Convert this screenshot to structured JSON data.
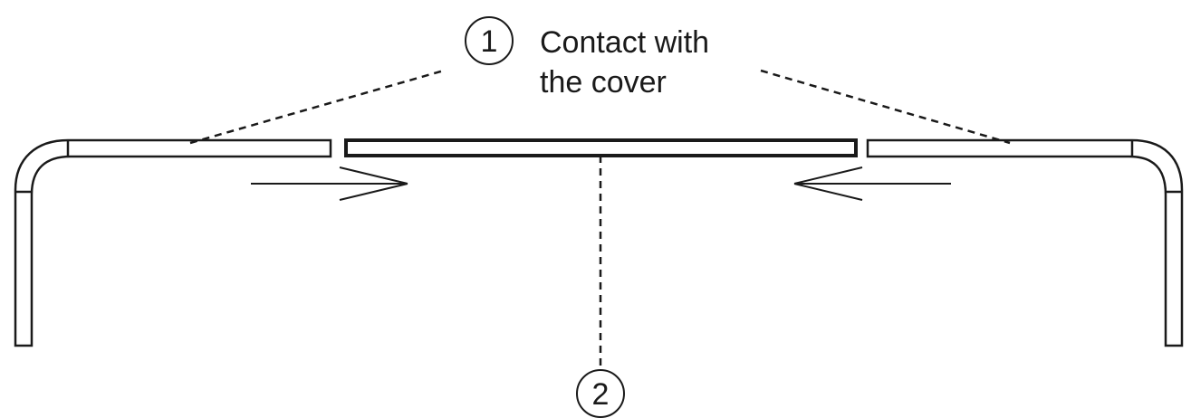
{
  "callouts": {
    "one": {
      "number": "1",
      "line1": "Contact with",
      "line2": "the cover"
    },
    "two": {
      "number": "2"
    }
  },
  "colors": {
    "stroke": "#1a1a1a",
    "background": "#ffffff"
  }
}
